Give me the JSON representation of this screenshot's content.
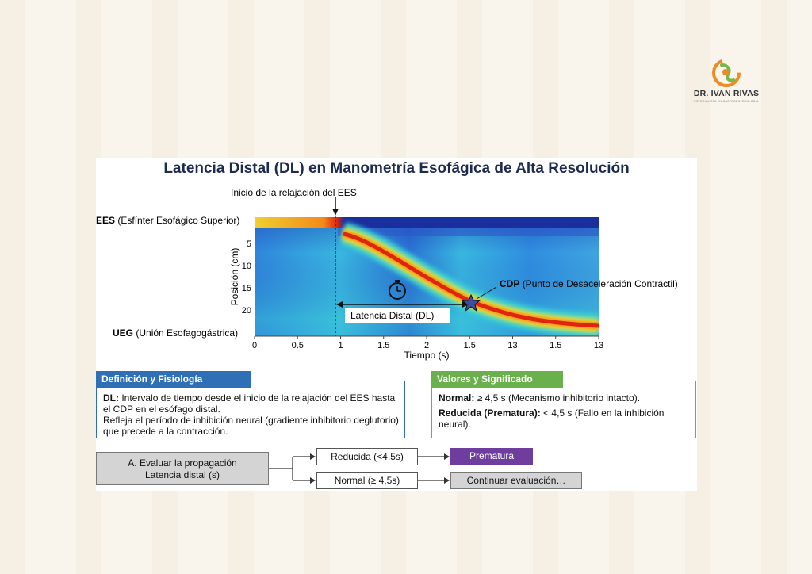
{
  "logo": {
    "name": "DR. IVAN RIVAS",
    "tagline": "ESPECIALISTA EN GASTROENTEROLOGÍA",
    "colors": {
      "orange": "#f08a24",
      "green": "#7ab648"
    }
  },
  "title": "Latencia Distal (DL) en Manometría Esofágica de Alta Resolución",
  "chart": {
    "top_annotation": "Inicio de la relajación del EES",
    "ees_label": {
      "abbr": "EES",
      "full": "(Esfínter Esofágico Superior)"
    },
    "ueg_label": {
      "abbr": "UEG",
      "full": "(Unión Esofagogástrica)"
    },
    "cdp_label": {
      "abbr": "CDP",
      "full": "(Punto de Desaceleración Contráctil)"
    },
    "dl_label": "Latencia Distal (DL)",
    "ylabel": "Posición (cm)",
    "xlabel": "Tiempo (s)",
    "xticks": [
      "0",
      "0.5",
      "1",
      "1.5",
      "2",
      "1.5",
      "13",
      "1.5",
      "13"
    ],
    "yticks": [
      "5",
      "10",
      "15",
      "20"
    ]
  },
  "chart_data": {
    "type": "heatmap",
    "xlabel": "Tiempo (s)",
    "ylabel": "Posición (cm)",
    "x_tick_labels": [
      "0",
      "0.5",
      "1",
      "1.5",
      "2",
      "1.5",
      "13",
      "1.5",
      "13"
    ],
    "y_tick_labels": [
      "5",
      "10",
      "15",
      "20"
    ],
    "colormap": [
      "#1f3fb5",
      "#2a8fe0",
      "#39d0d6",
      "#f6e030",
      "#f29a18",
      "#e02410"
    ]
  },
  "definition": {
    "heading": "Definición y Fisiología",
    "term": "DL:",
    "line1": "Intervalo de tiempo desde el inicio de la relajación del EES hasta el CDP en el esófago distal.",
    "line2": "Refleja el período de inhibición neural (gradiente inhibitorio deglutorio) que precede a la contracción.",
    "color": "#2e6fb5"
  },
  "values": {
    "heading": "Valores y Significado",
    "normal_term": "Normal:",
    "normal_text": "≥ 4,5 s (Mecanismo inhibitorio intacto).",
    "reduced_term": "Reducida (Prematura):",
    "reduced_text": "< 4,5 s (Fallo en la inhibición neural).",
    "color": "#6ab04c"
  },
  "flow": {
    "start_line1": "A. Evaluar la propagación",
    "start_line2": "Latencia distal (s)",
    "reduced": "Reducida (<4,5s)",
    "normal": "Normal (≥ 4,5s)",
    "premature": "Prematura",
    "continue": "Continuar evaluación…",
    "premature_color": "#6f3d9e"
  }
}
